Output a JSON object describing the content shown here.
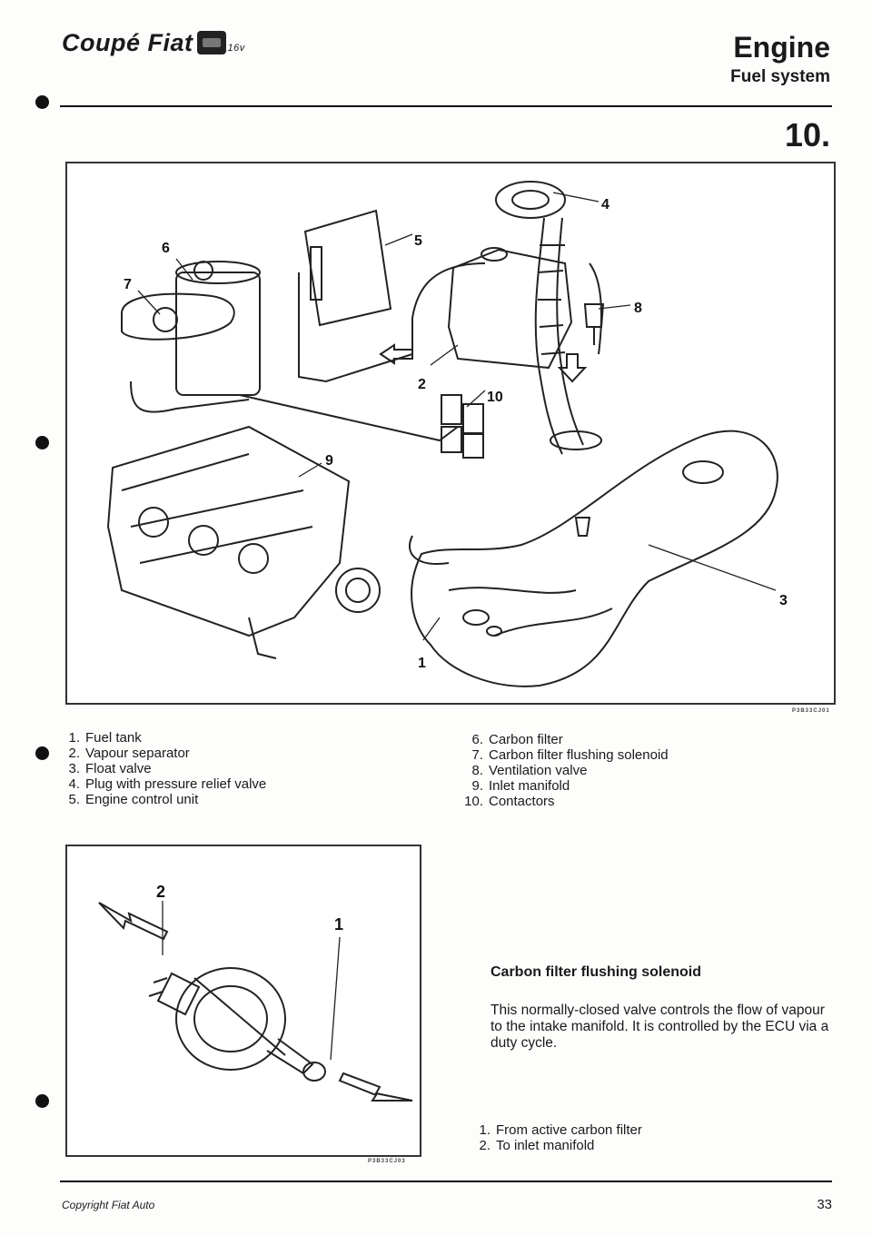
{
  "header": {
    "brand": "Coupé Fiat",
    "brand_version": "16v",
    "section": "Engine",
    "subsection": "Fuel system",
    "section_number": "10."
  },
  "figure1": {
    "code": "P3B33CJ01",
    "callouts": [
      "1",
      "2",
      "3",
      "4",
      "5",
      "6",
      "7",
      "8",
      "9",
      "10"
    ]
  },
  "legend_left": [
    {
      "num": "1.",
      "text": "Fuel tank"
    },
    {
      "num": "2.",
      "text": "Vapour separator"
    },
    {
      "num": "3.",
      "text": "Float valve"
    },
    {
      "num": "4.",
      "text": "Plug with pressure relief valve"
    },
    {
      "num": "5.",
      "text": "Engine control unit"
    }
  ],
  "legend_right": [
    {
      "num": "6.",
      "text": "Carbon filter"
    },
    {
      "num": "7.",
      "text": "Carbon filter flushing solenoid"
    },
    {
      "num": "8.",
      "text": "Ventilation valve"
    },
    {
      "num": "9.",
      "text": "Inlet manifold"
    },
    {
      "num": "10.",
      "text": "Contactors"
    }
  ],
  "figure2": {
    "code": "P3B33CJ03",
    "callouts": [
      "1",
      "2"
    ]
  },
  "solenoid": {
    "heading": "Carbon filter flushing solenoid",
    "paragraph": "This normally-closed valve controls the flow of vapour to the intake manifold. It is controlled by the ECU via a duty cycle.",
    "items": [
      {
        "num": "1.",
        "text": "From active carbon filter"
      },
      {
        "num": "2.",
        "text": "To inlet manifold"
      }
    ]
  },
  "footer": {
    "copyright": "Copyright Fiat Auto",
    "page": "33"
  }
}
